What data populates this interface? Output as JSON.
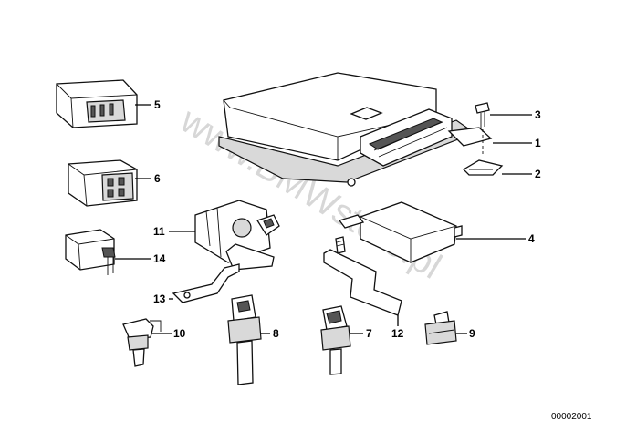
{
  "diagram": {
    "callouts": {
      "c1": "1",
      "c2": "2",
      "c3": "3",
      "c4": "4",
      "c5": "5",
      "c6": "6",
      "c7": "7",
      "c8": "8",
      "c9": "9",
      "c10": "10",
      "c11": "11",
      "c12": "12",
      "c13": "13",
      "c14": "14"
    },
    "document_number": "00002001",
    "watermark": "www.BMWstore.pl"
  }
}
